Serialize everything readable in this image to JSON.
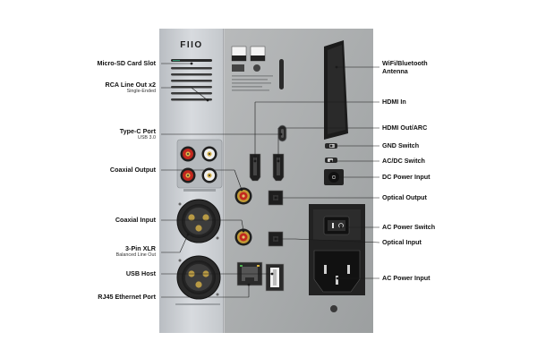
{
  "brand": "FIIO",
  "left_labels": [
    {
      "id": "micro-sd",
      "label": "Micro-SD Card Slot",
      "sub": ""
    },
    {
      "id": "rca-out",
      "label": "RCA Line Out x2",
      "sub": "Single-Ended"
    },
    {
      "id": "type-c",
      "label": "Type-C Port",
      "sub": "USB 3.0"
    },
    {
      "id": "coax-out",
      "label": "Coaxial Output",
      "sub": ""
    },
    {
      "id": "coax-in",
      "label": "Coaxial Input",
      "sub": ""
    },
    {
      "id": "xlr",
      "label": "3-Pin XLR",
      "sub": "Balanced Line Out"
    },
    {
      "id": "usb-host",
      "label": "USB Host",
      "sub": ""
    },
    {
      "id": "rj45",
      "label": "RJ45 Ethernet Port",
      "sub": ""
    }
  ],
  "right_labels": [
    {
      "id": "wifi",
      "label": "WiFi/Bluetooth",
      "label2": "Antenna"
    },
    {
      "id": "hdmi-in",
      "label": "HDMI In",
      "label2": ""
    },
    {
      "id": "hdmi-out",
      "label": "HDMI Out/ARC",
      "label2": ""
    },
    {
      "id": "gnd",
      "label": "GND Switch",
      "label2": ""
    },
    {
      "id": "acdc",
      "label": "AC/DC Switch",
      "label2": ""
    },
    {
      "id": "dc-power",
      "label": "DC Power Input",
      "label2": ""
    },
    {
      "id": "opt-out",
      "label": "Optical Output",
      "label2": ""
    },
    {
      "id": "ac-switch",
      "label": "AC Power Switch",
      "label2": ""
    },
    {
      "id": "opt-in",
      "label": "Optical Input",
      "label2": ""
    },
    {
      "id": "ac-input",
      "label": "AC Power Input",
      "label2": ""
    }
  ],
  "colors": {
    "left_panel": "#c9cdd2",
    "right_panel": "#aeb1b2",
    "connector_dark": "#2a2a2a",
    "rca_red": "#c2281f",
    "rca_white": "#f2f2f2",
    "coax_gold": "#b8922f"
  }
}
